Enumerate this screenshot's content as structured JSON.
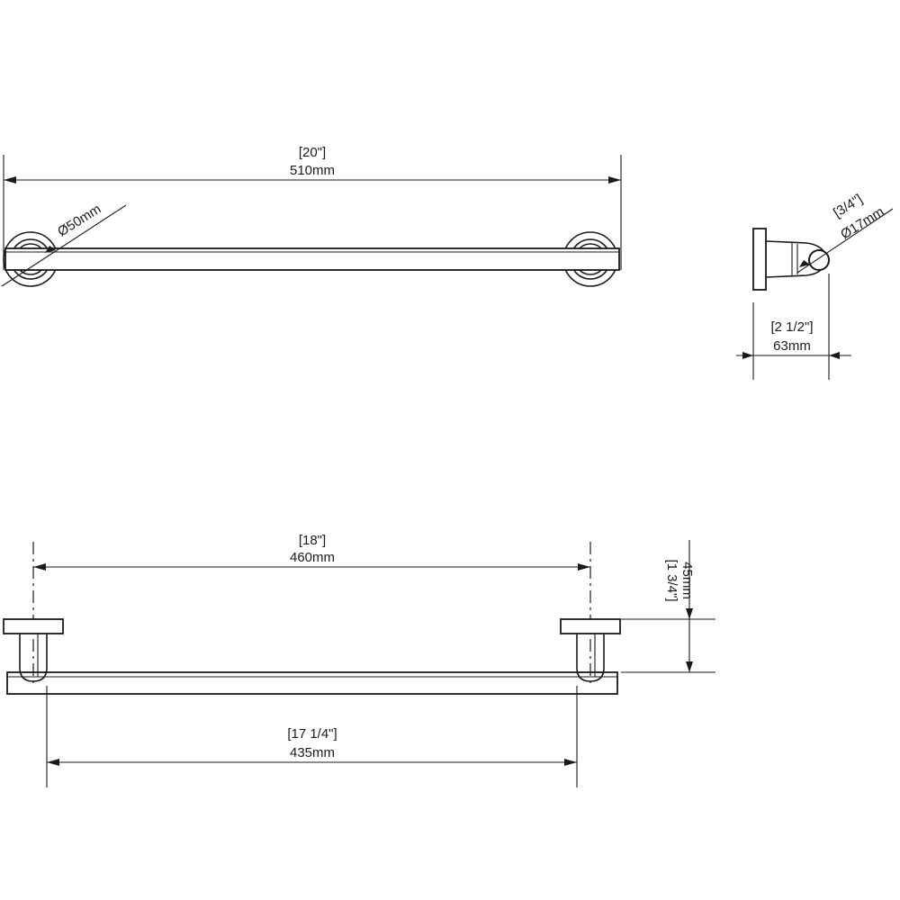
{
  "top_view": {
    "overall_length_in": "[20\"]",
    "overall_length_mm": "510mm",
    "flange_diameter": "Ø50mm"
  },
  "side_view": {
    "bar_diameter_in": "[3/4\"]",
    "bar_diameter_mm": "Ø17mm",
    "projection_in": "[2 1/2\"]",
    "projection_mm": "63mm"
  },
  "front_view": {
    "centers_in": "[18\"]",
    "centers_mm": "460mm",
    "height_in": "[1 3/4\"]",
    "height_mm": "45mm",
    "inner_length_in": "[17 1/4\"]",
    "inner_length_mm": "435mm"
  }
}
